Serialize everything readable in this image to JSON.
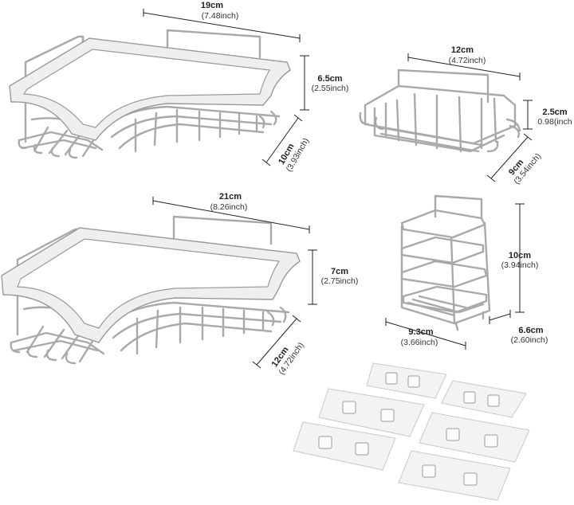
{
  "dimensions": {
    "shelf1_width": {
      "main": "19cm",
      "sub": "(7.48inch)"
    },
    "shelf1_height": {
      "main": "6.5cm",
      "sub": "(2.55inch)"
    },
    "shelf1_depth": {
      "main": "10cm",
      "sub": "(3.93inch)"
    },
    "basket_width": {
      "main": "12cm",
      "sub": "(4.72inch)"
    },
    "basket_height": {
      "main": "2.5cm",
      "sub": "0.98(inch"
    },
    "basket_depth": {
      "main": "9cm",
      "sub": "(3.54inch)"
    },
    "shelf2_width": {
      "main": "21cm",
      "sub": "(8.26inch)"
    },
    "shelf2_height": {
      "main": "7cm",
      "sub": "(2.75inch)"
    },
    "shelf2_depth": {
      "main": "12cm",
      "sub": "(4.72inch)"
    },
    "holder_height": {
      "main": "10cm",
      "sub": "(3.94inch)"
    },
    "holder_width": {
      "main": "9.3cm",
      "sub": "(3.66inch)"
    },
    "holder_depth": {
      "main": "6.6cm",
      "sub": "(2.60inch)"
    }
  },
  "products": [
    "corner-shelf-small",
    "soap-basket",
    "corner-shelf-large",
    "toothbrush-holder",
    "adhesive-hook-pads"
  ],
  "adhesive_pad_count": 6
}
